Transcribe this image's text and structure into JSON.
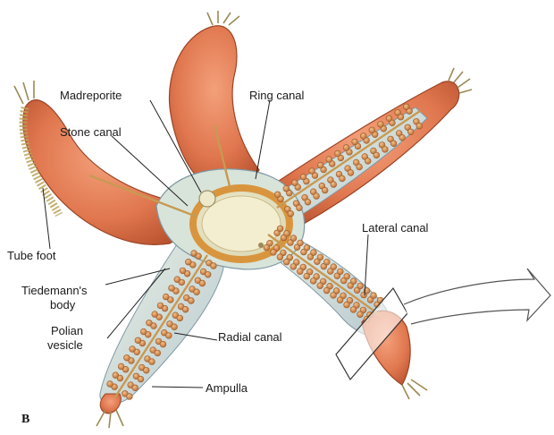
{
  "labels": {
    "madreporite": "Madreporite",
    "ring_canal": "Ring canal",
    "stone_canal": "Stone canal",
    "tube_foot": "Tube foot",
    "lateral_canal": "Lateral canal",
    "tiedemanns_body_line1": "Tiedemann's",
    "tiedemanns_body_line2": "body",
    "polian_vesicle_line1": "Polian",
    "polian_vesicle_line2": "vesicle",
    "radial_canal": "Radial canal",
    "ampulla": "Ampulla"
  },
  "panel_letter": "B",
  "colors": {
    "arm": "#e0774f",
    "arm_dark": "#b9532f",
    "arm_highlight": "#f0a07a",
    "inner": "#d7e1d4",
    "inner_edge": "#8fa7b3",
    "ring": "#f2c27a",
    "ampulla": "#d88a48",
    "canal": "#c79a52"
  }
}
